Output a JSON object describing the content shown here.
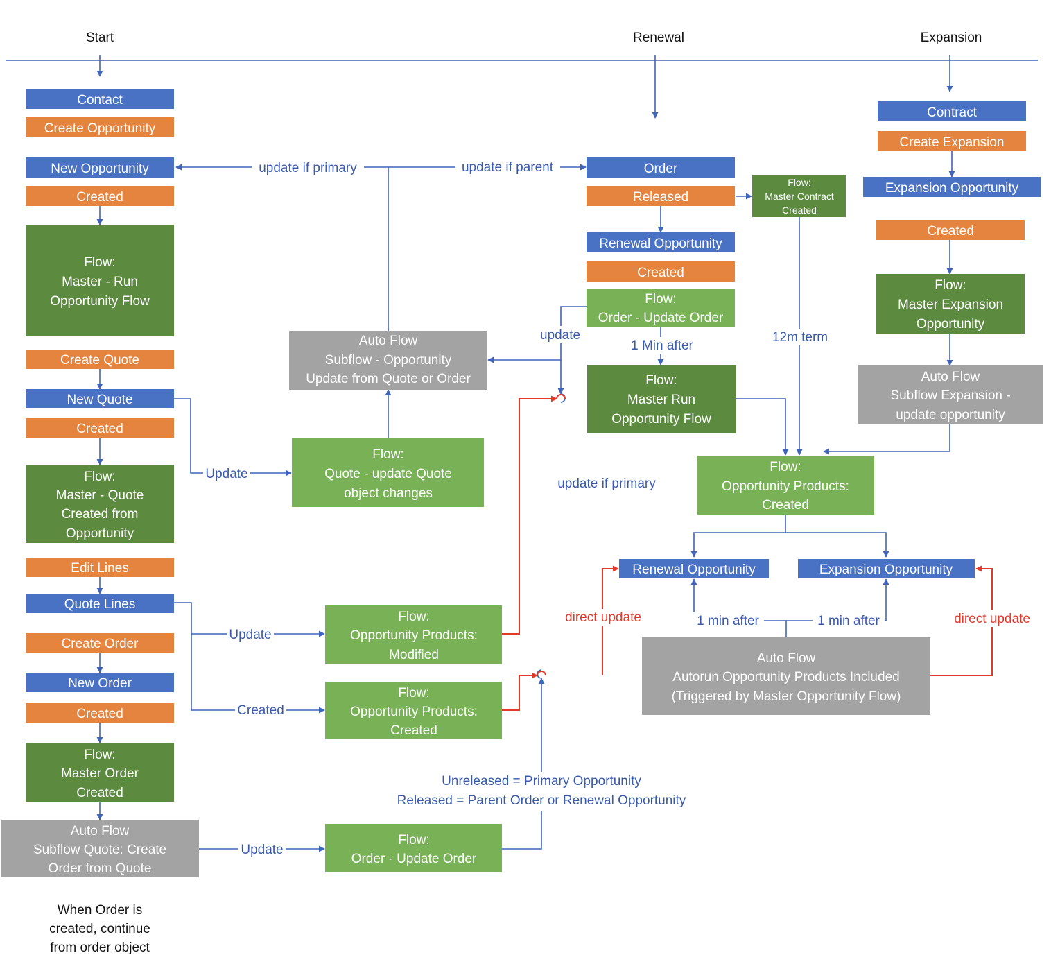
{
  "colors": {
    "object": "#4a72c4",
    "event": "#e5843f",
    "flow_dark": "#5c8a3f",
    "flow_light": "#79b256",
    "auto": "#a3a3a3",
    "line": "#3f64b8",
    "red": "#e23a2a"
  },
  "headers": {
    "start": "Start",
    "renewal": "Renewal",
    "expansion": "Expansion"
  },
  "boxes": {
    "contact": "Contact",
    "create_opportunity": "Create Opportunity",
    "new_opportunity": "New Opportunity",
    "created_1": "Created",
    "flow_master_run_opp": [
      "Flow:",
      "Master - Run",
      "Opportunity Flow"
    ],
    "create_quote": "Create Quote",
    "new_quote": "New Quote",
    "created_2": "Created",
    "flow_master_quote": [
      "Flow:",
      "Master - Quote",
      "Created from",
      "Opportunity"
    ],
    "edit_lines": "Edit Lines",
    "quote_lines": "Quote Lines",
    "create_order": "Create Order",
    "new_order": "New Order",
    "created_3": "Created",
    "flow_master_order": [
      "Flow:",
      "Master Order",
      "Created"
    ],
    "auto_subflow_quote": [
      "Auto Flow",
      "Subflow Quote: Create",
      "Order from Quote"
    ],
    "auto_subflow_opp": [
      "Auto Flow",
      "Subflow - Opportunity",
      "Update from Quote or Order"
    ],
    "flow_quote_update": [
      "Flow:",
      "Quote - update Quote",
      "object changes"
    ],
    "flow_opp_products_modified": [
      "Flow:",
      "Opportunity Products:",
      "Modified"
    ],
    "flow_opp_products_created_left": [
      "Flow:",
      "Opportunity Products:",
      "Created"
    ],
    "flow_order_update_bottom": [
      "Flow:",
      "Order - Update Order"
    ],
    "order": "Order",
    "released": "Released",
    "flow_master_contract": [
      "Flow:",
      "Master Contract",
      "Created"
    ],
    "renewal_opportunity_top": "Renewal Opportunity",
    "created_4": "Created",
    "flow_order_update_top": [
      "Flow:",
      "Order - Update Order"
    ],
    "flow_master_run_opp_flow": [
      "Flow:",
      "Master Run",
      "Opportunity Flow"
    ],
    "flow_opp_products_created_right": [
      "Flow:",
      "Opportunity Products:",
      "Created"
    ],
    "renewal_opportunity_bottom": "Renewal Opportunity",
    "expansion_opportunity_bottom": "Expansion Opportunity",
    "auto_autorun": [
      "Auto Flow",
      "Autorun Opportunity Products Included",
      "(Triggered by Master Opportunity Flow)"
    ],
    "contract": "Contract",
    "create_expansion": "Create Expansion",
    "expansion_opportunity_top": "Expansion Opportunity",
    "created_5": "Created",
    "flow_master_expansion": [
      "Flow:",
      "Master Expansion",
      "Opportunity"
    ],
    "auto_subflow_expansion": [
      "Auto Flow",
      "Subflow Expansion -",
      "update opportunity"
    ]
  },
  "labels": {
    "update_if_primary_top": "update if primary",
    "update_if_parent": "update if parent",
    "update_quote": "Update",
    "update_lines": "Update",
    "created_lines": "Created",
    "update_order": "Update",
    "update_small": "update",
    "one_min_after_top": "1 Min after",
    "twelve_m_term": "12m term",
    "update_if_primary_mid": "update if primary",
    "direct_update_left": "direct update",
    "direct_update_right": "direct update",
    "one_min_after_left": "1 min after",
    "one_min_after_right": "1 min after",
    "unreleased": "Unreleased = Primary Opportunity",
    "released_note": "Released = Parent Order or Renewal Opportunity"
  },
  "footer_note": [
    "When Order is",
    "created, continue",
    "from order object"
  ]
}
